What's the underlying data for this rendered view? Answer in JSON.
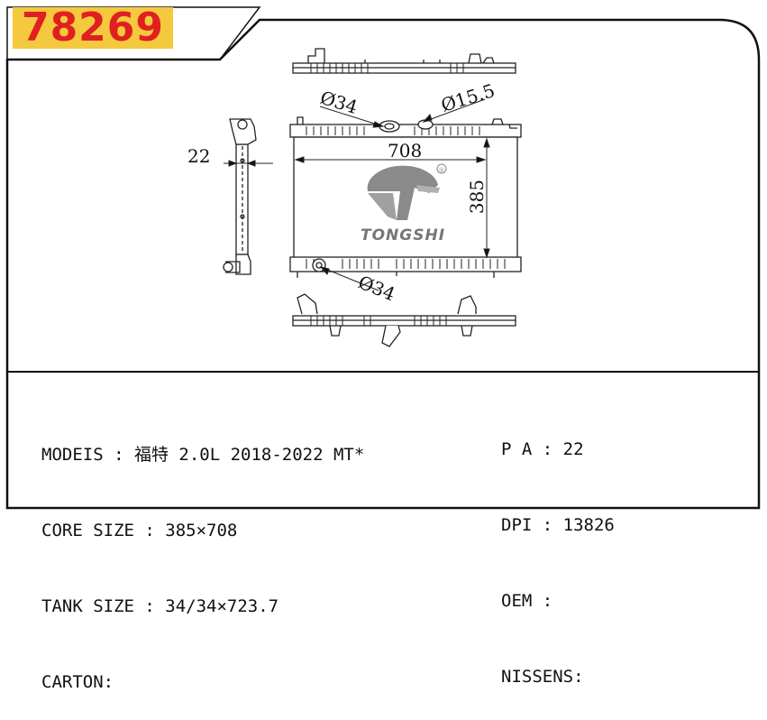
{
  "header": {
    "part_number": "78269"
  },
  "logo": {
    "text": "TONGSHI",
    "mark": "®",
    "icon": "tongshi-logo-icon"
  },
  "dimensions": {
    "side_thickness": "22",
    "core_width": "708",
    "core_height": "385",
    "inlet": "Ø34",
    "filler_neck": "Ø15.5",
    "outlet": "Ø34"
  },
  "specs_left": [
    {
      "label": "MODEIS :",
      "value": "福特 2.0L 2018-2022 MT*"
    },
    {
      "label": "CORE SIZE :",
      "value": "385×708"
    },
    {
      "label": "TANK SIZE :",
      "value": "34/34×723.7"
    },
    {
      "label": "CARTON:",
      "value": ""
    }
  ],
  "specs_right": [
    {
      "label": "P A :",
      "value": "22"
    },
    {
      "label": "DPI :",
      "value": "13826"
    },
    {
      "label": "OEM :",
      "value": ""
    },
    {
      "label": "NISSENS:",
      "value": ""
    }
  ]
}
